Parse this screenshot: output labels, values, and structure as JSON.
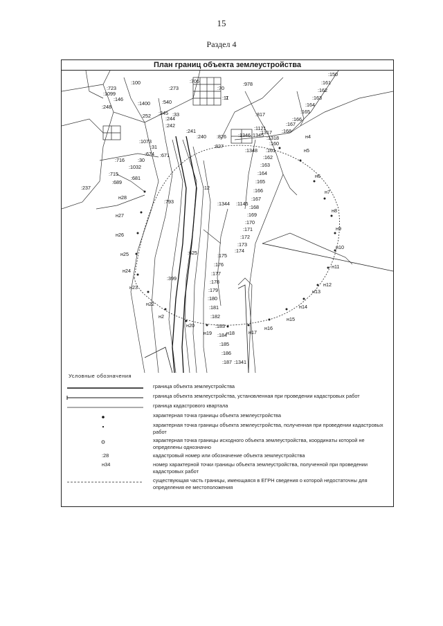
{
  "page": {
    "number": "15",
    "section": "Раздел 4"
  },
  "plan": {
    "title": "План границ объекта землеустройства",
    "cadastral_labels": [
      ":100",
      ":723",
      ":1099",
      ":146",
      ":540",
      ":248",
      ":1400",
      ":273",
      ":7",
      ":706",
      ":70",
      ":978",
      ":150",
      ":161",
      ":162",
      ":163",
      ":164",
      ":165",
      ":166",
      ":167",
      ":168",
      ":1121",
      ":1346",
      ":1345",
      ":827",
      ":252",
      ":245",
      ":244",
      ":242",
      ":241",
      ":240",
      ":1073",
      ":31",
      ":671",
      ":674",
      ":1032",
      ":716",
      ":715",
      ":689",
      ":681",
      ":30",
      ":33",
      ":237",
      ":1344",
      ":1145",
      ":1348",
      ":826",
      ":625",
      ":399",
      ":793",
      ":11",
      ":12",
      ":160",
      ":161",
      ":162",
      ":163",
      ":164",
      ":165",
      ":166",
      ":167",
      ":168",
      ":169",
      ":170",
      ":171",
      ":172",
      ":173",
      ":174",
      ":175",
      ":176",
      ":177",
      ":178",
      ":179",
      ":180",
      ":181",
      ":182",
      ":183",
      ":184",
      ":185",
      ":186",
      ":187",
      ":1341",
      ":817",
      ":1317",
      ":1318"
    ],
    "point_labels": [
      "н4",
      "н5",
      "н6",
      "н7",
      "н8",
      "н9",
      "н10",
      "н11",
      "н12",
      "н13",
      "н14",
      "н15",
      "н16",
      "н17",
      "н18",
      "н19",
      "н20",
      "н2",
      "н22",
      "н23",
      "н24",
      "н25",
      "н26",
      "н27",
      "н28"
    ]
  },
  "legend": {
    "heading": "Условные обозначения",
    "rows": [
      {
        "symbol": "solid-thick",
        "code": "",
        "text": "граница объекта землеустройства"
      },
      {
        "symbol": "solid-tick",
        "code": "",
        "text": "граница объекта землеустройства, установленная при проведении кадастровых работ"
      },
      {
        "symbol": "solid-thin",
        "code": "",
        "text": "граница кадастрового квартала"
      },
      {
        "symbol": "dot-filled",
        "code": "",
        "text": "характерная точка границы объекта землеустройства"
      },
      {
        "symbol": "dot-small",
        "code": "",
        "text": "характерная точка границы объекта землеустройства, полученная при проведении кадастровых работ"
      },
      {
        "symbol": "dot-open",
        "code": "",
        "text": "характерная точка границы исходного объекта землеустройства, координаты которой не определены однозначно"
      },
      {
        "symbol": "code",
        "code": ":28",
        "text": "кадастровый номер или обозначение объекта землеустройства"
      },
      {
        "symbol": "code",
        "code": "н34",
        "text": "номер характерной точки границы объекта землеустройства, полученной при проведении кадастровых работ"
      },
      {
        "symbol": "dashed",
        "code": "",
        "text": "существующая часть границы, имеющаяся в ЕГРН сведения о которой недостаточны для определения ее местоположения"
      }
    ]
  }
}
